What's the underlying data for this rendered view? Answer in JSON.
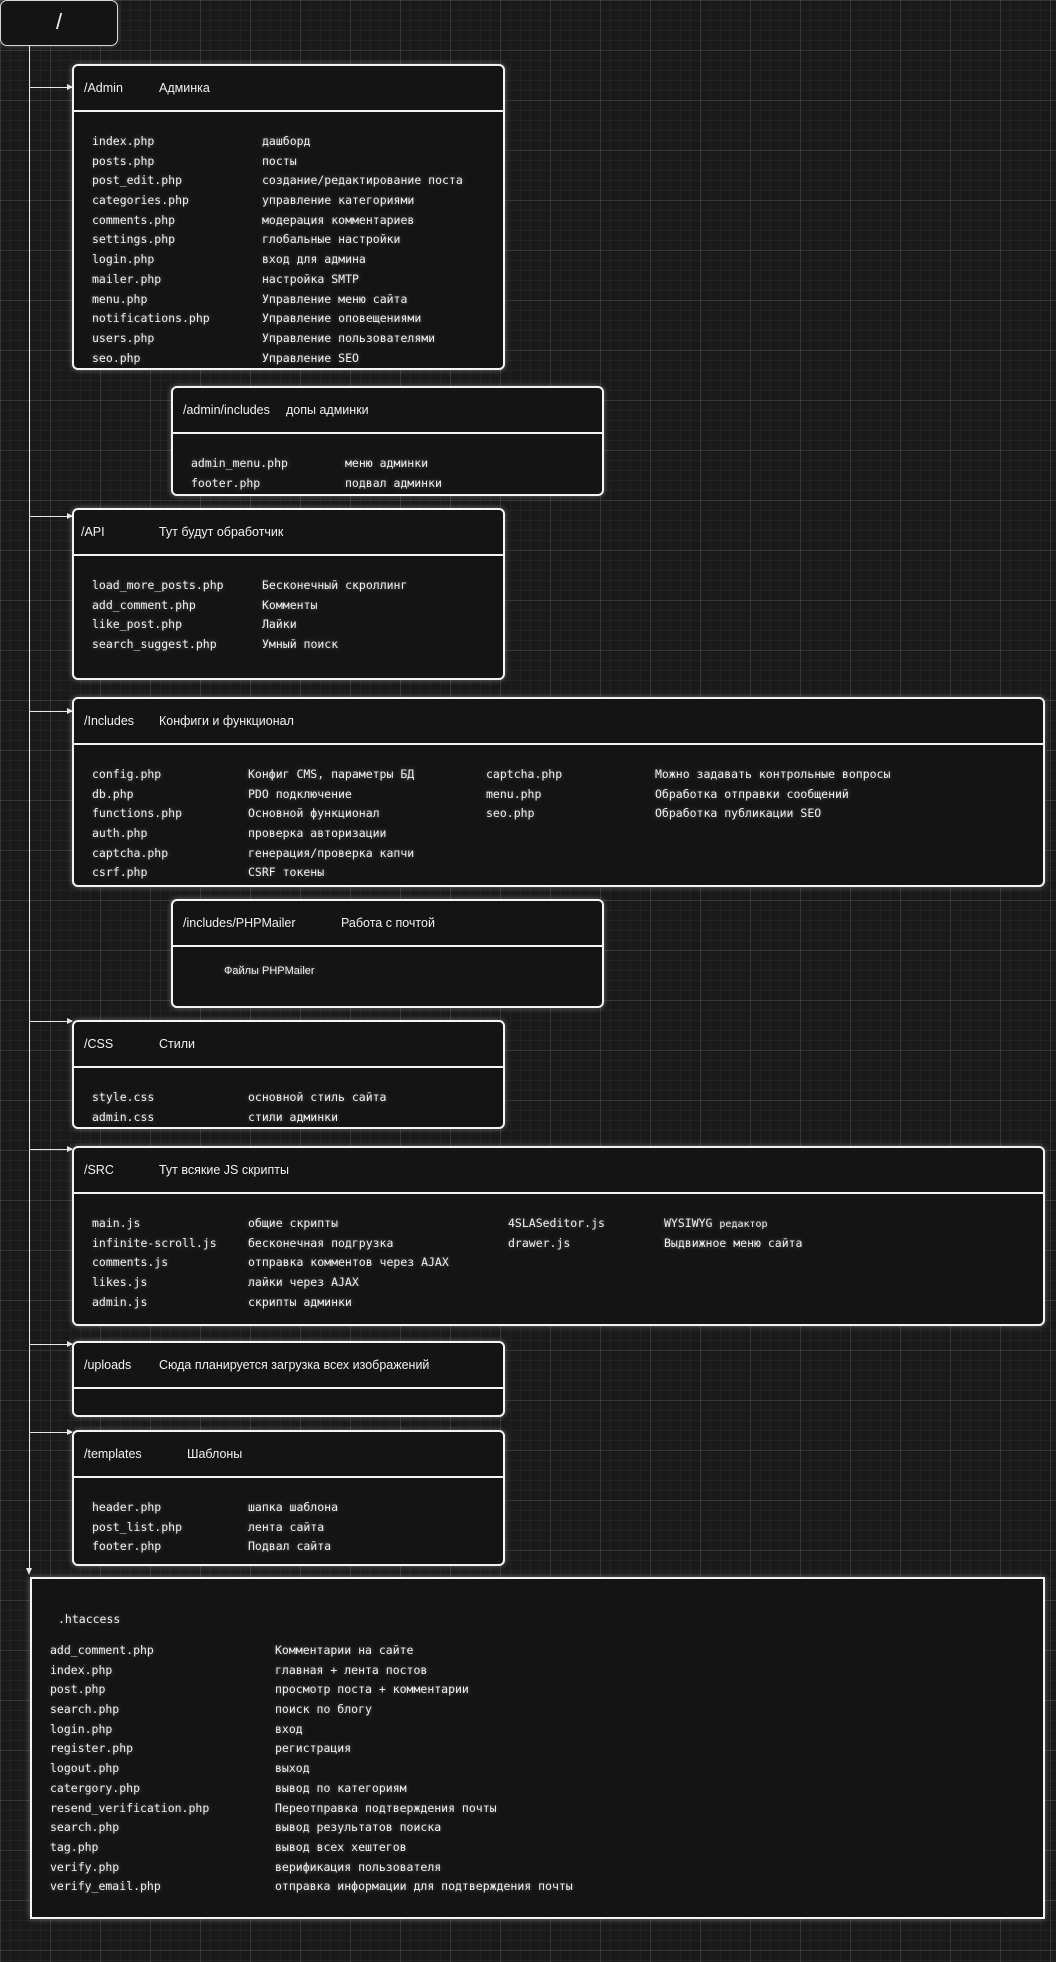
{
  "root": {
    "label": "/"
  },
  "admin": {
    "path": "/Admin",
    "desc": "Админка",
    "files": [
      "index.php",
      "posts.php",
      "post_edit.php",
      "categories.php",
      "comments.php",
      "settings.php",
      "login.php",
      "mailer.php",
      "menu.php",
      "notifications.php",
      "users.php",
      "seo.php"
    ],
    "notes": [
      "дашборд",
      "посты",
      "создание/редактирование поста",
      "управление категориями",
      "модерация комментариев",
      "глобальные настройки",
      "вход для админа",
      "настройка SMTP",
      "Управление меню сайта",
      "Управление оповещениями",
      "Управление пользователями",
      "Управление SEO"
    ]
  },
  "admin_includes": {
    "path": "/admin/includes",
    "desc": "допы админки",
    "files": [
      "admin_menu.php",
      "footer.php"
    ],
    "notes": [
      "меню админки",
      "подвал админки"
    ]
  },
  "api": {
    "path": "/API",
    "desc": "Тут будут обработчик",
    "files": [
      "load_more_posts.php",
      "add_comment.php",
      "like_post.php",
      "search_suggest.php"
    ],
    "notes": [
      "Бесконечный скроллинг",
      "Комменты",
      "Лайки",
      "Умный поиск"
    ]
  },
  "includes": {
    "path": "/Includes",
    "desc": "Конфиги и функционал",
    "files": [
      "config.php",
      "db.php",
      "functions.php",
      "auth.php",
      "captcha.php",
      "csrf.php"
    ],
    "notes": [
      "Конфиг CMS, параметры БД",
      "PDO подключение",
      "Основной функционал",
      "проверка авторизации",
      "генерация/проверка капчи",
      "CSRF токены"
    ],
    "files2": [
      "captcha.php",
      "menu.php",
      "seo.php"
    ],
    "notes2": [
      "Можно задавать контрольные вопросы",
      "Обработка отправки сообщений",
      "Обработка публикации  SEO"
    ]
  },
  "phpmailer": {
    "path": "/includes/PHPMailer",
    "desc": "Работа с почтой",
    "note": "Файлы PHPMailer"
  },
  "css": {
    "path": "/CSS",
    "desc": "Стили",
    "files": [
      "style.css",
      "admin.css"
    ],
    "notes": [
      "основной стиль сайта",
      "стили админки"
    ]
  },
  "src": {
    "path": "/SRC",
    "desc": "Тут всякие JS скрипты",
    "files": [
      "main.js",
      "infinite-scroll.js",
      "comments.js",
      "likes.js",
      "admin.js"
    ],
    "notes": [
      "общие скрипты",
      "бесконечная подгрузка",
      "отправка комментов через AJAX",
      "лайки через AJAX",
      "скрипты админки"
    ],
    "files2": [
      "4SLASeditor.js",
      "drawer.js"
    ],
    "notes2_main": [
      "WYSIWYG",
      "Выдвижное меню сайта"
    ],
    "notes2_small": "редактор"
  },
  "uploads": {
    "path": "/uploads",
    "desc": "Сюда планируется загрузка всех изображений"
  },
  "templates": {
    "path": "/templates",
    "desc": "Шаблоны",
    "files": [
      "header.php",
      "post_list.php",
      "footer.php"
    ],
    "notes": [
      "шапка шаблона",
      "лента сайта",
      "Подвал сайта"
    ]
  },
  "root_files": {
    "htaccess": ".htaccess",
    "files": [
      "add_comment.php",
      "index.php",
      "post.php",
      "search.php",
      "login.php",
      "register.php",
      "logout.php",
      "catergory.php",
      "resend_verification.php",
      "search.php",
      "tag.php",
      "verify.php",
      "verify_email.php"
    ],
    "notes": [
      "Комментарии на сайте",
      "главная + лента постов",
      "просмотр поста + комментарии",
      "поиск по блогу",
      "вход",
      "регистрация",
      "выход",
      "вывод по категориям",
      "Переотправка подтверждения почты",
      "вывод результатов поиска",
      "вывод всех хештегов",
      "верификация пользователя",
      "отправка информации для подтверждения почты"
    ]
  }
}
